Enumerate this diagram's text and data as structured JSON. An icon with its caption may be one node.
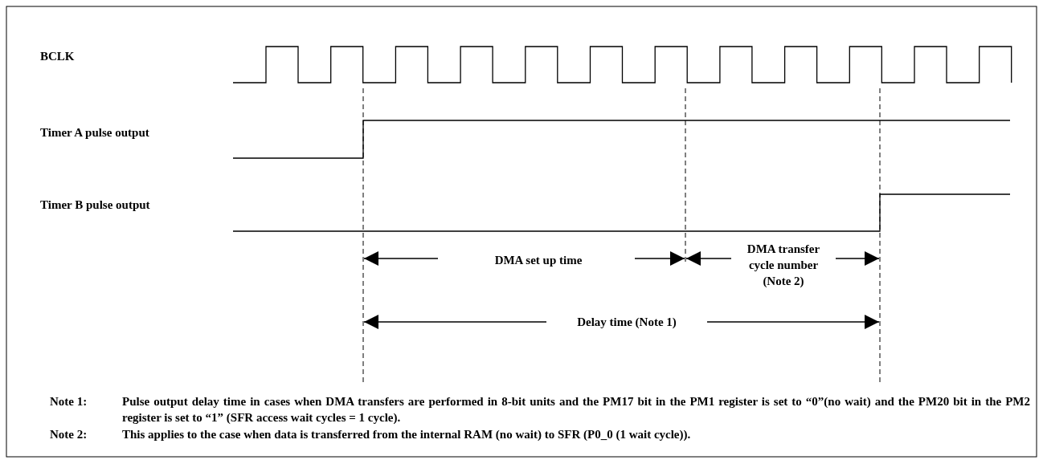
{
  "diagram": {
    "labels": [
      "BCLK",
      "Timer A pulse output",
      "Timer B pulse output",
      "DMA set up time",
      "DMA transfer cycle number (Note 2)",
      "Delay time (Note 1)",
      "Note 1:",
      "Pulse output delay time in cases when DMA transfers are performed in 8-bit units and the PM17 bit in the PM1 register is set to “0”(no wait) and the PM20 bit in the PM2 register is set to “1” (SFR access wait cycles = 1 cycle).",
      "Note 2:",
      "This applies to the case when data is transferred from the internal RAM (no wait) to SFR (P0_0 (1 wait cycle))."
    ]
  }
}
